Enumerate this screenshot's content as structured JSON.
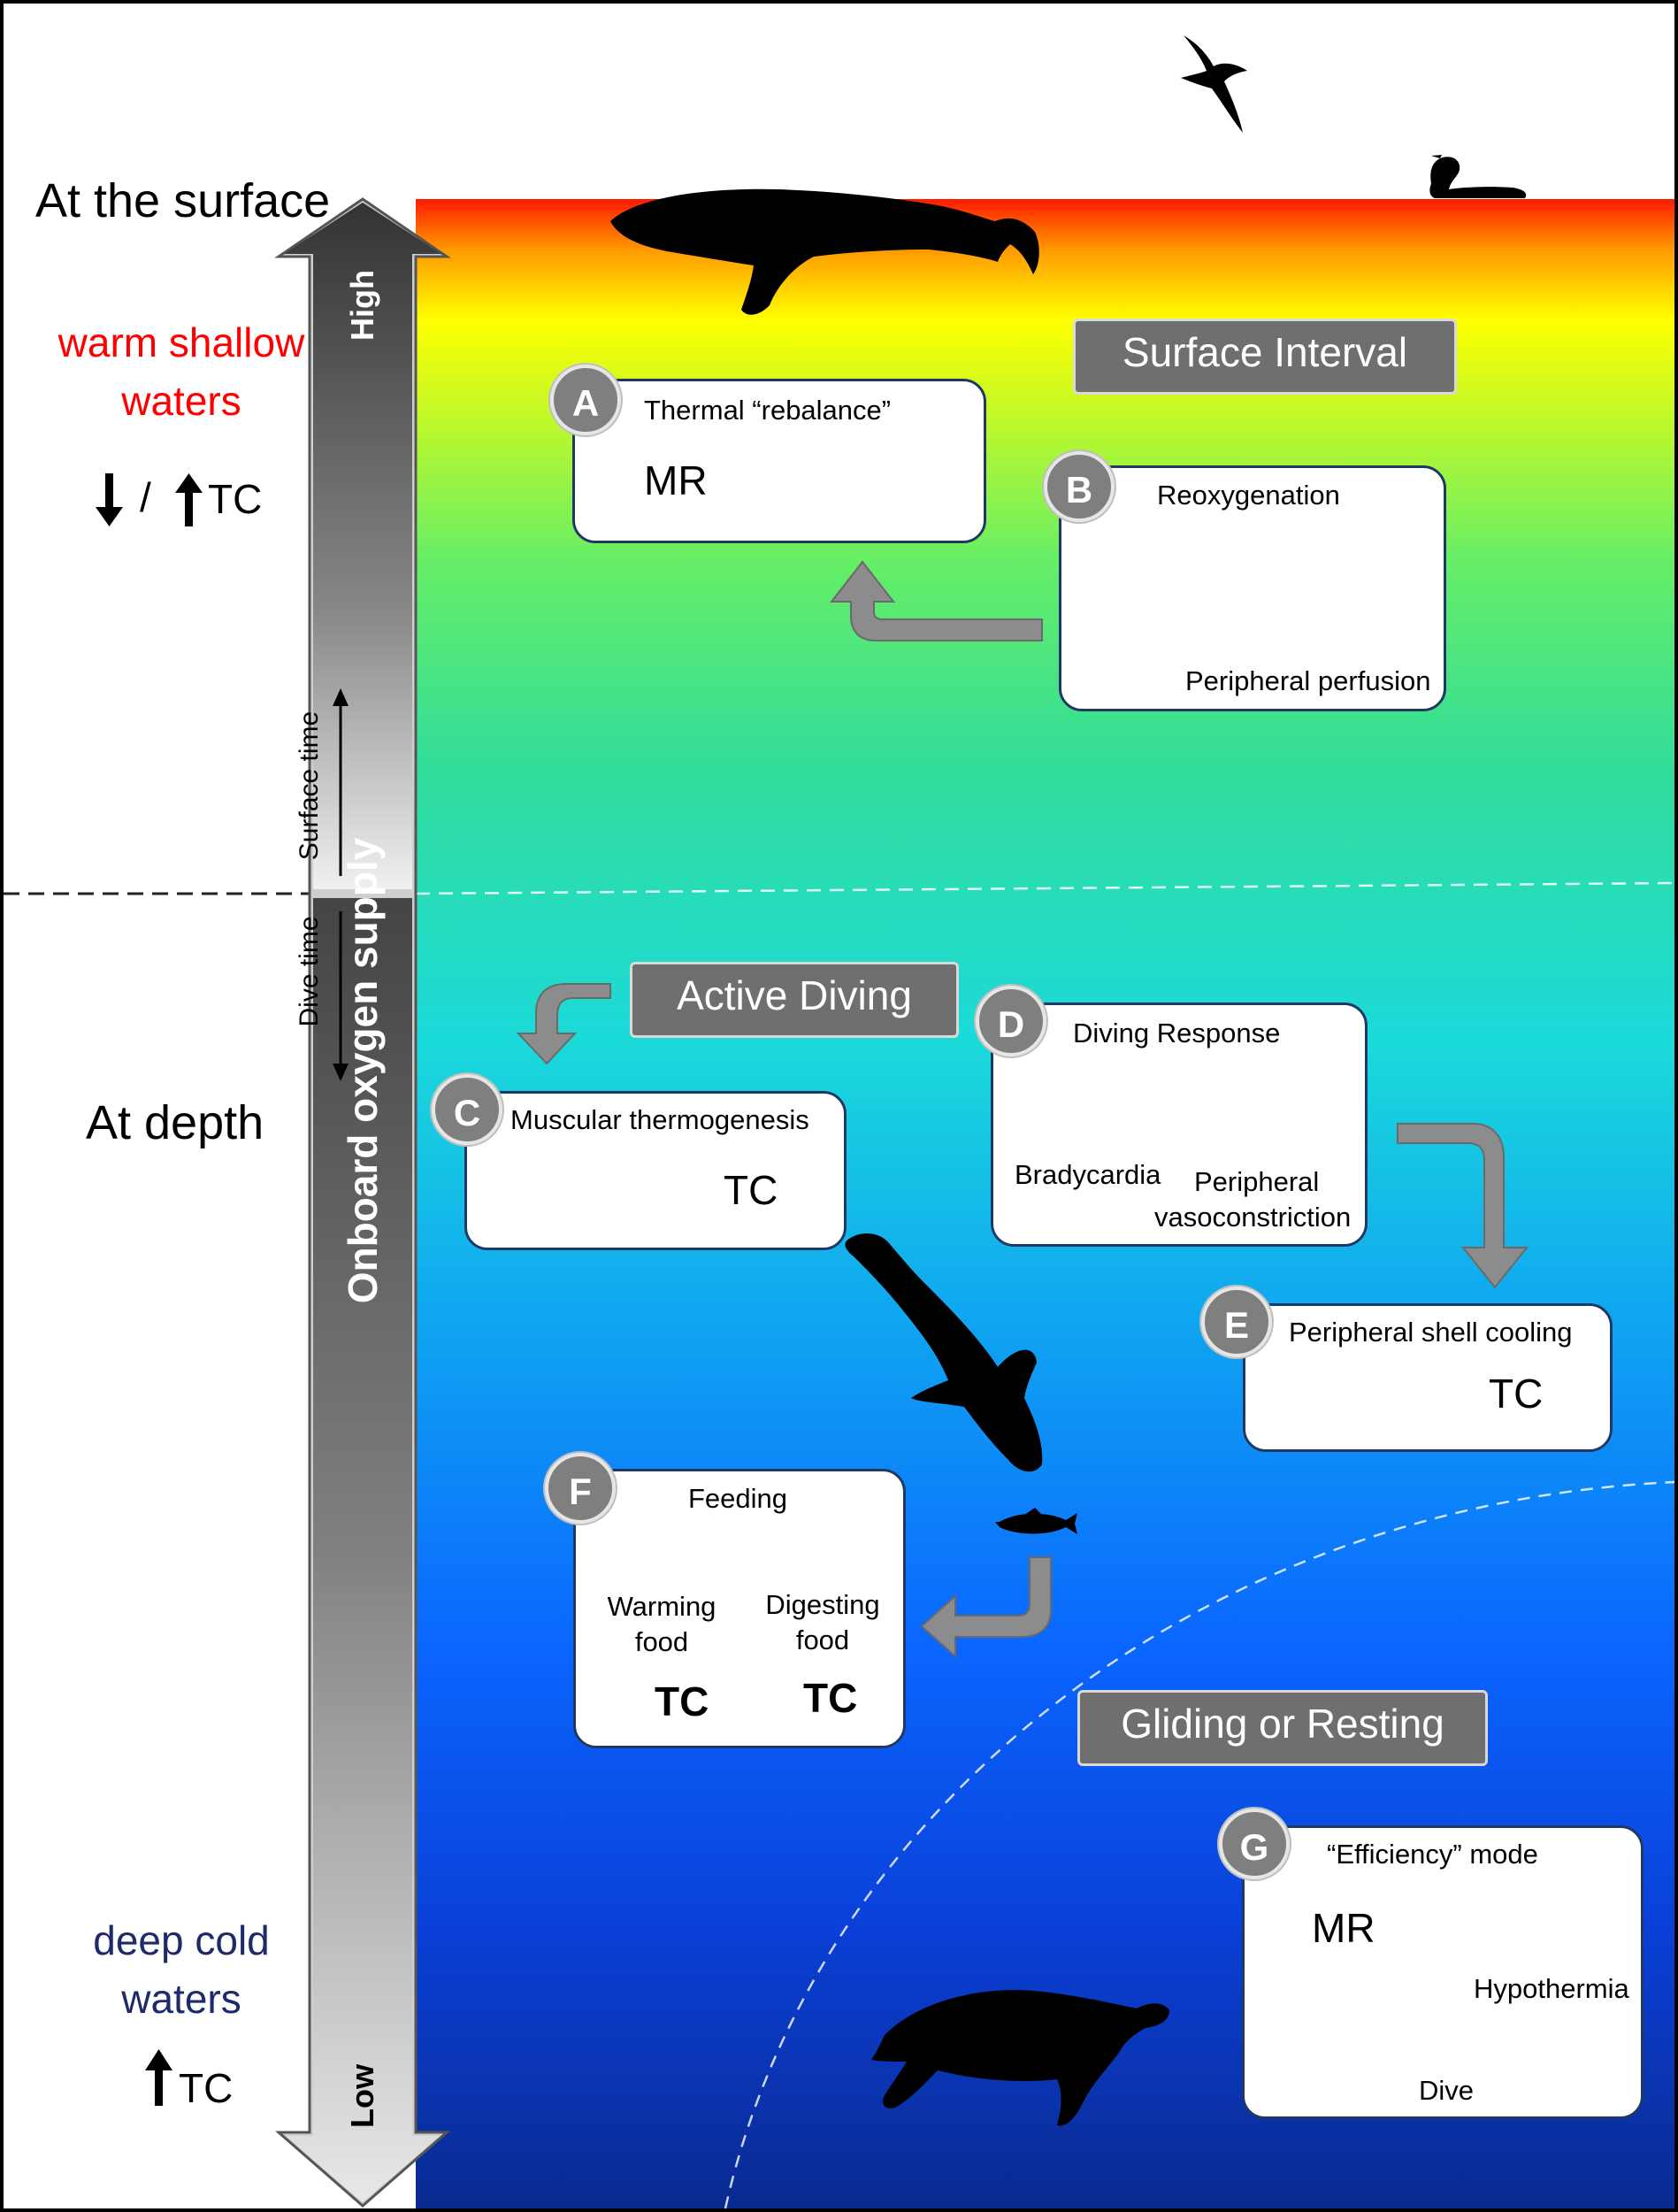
{
  "left_column": {
    "surface_title": "At the surface",
    "warm_line1": "warm shallow",
    "warm_line2": "waters",
    "warm_tc_slash": "/",
    "warm_tc": "TC",
    "depth_title": "At depth",
    "cold_line1": "deep cold",
    "cold_line2": "waters",
    "cold_tc": "TC"
  },
  "oxygen_axis": {
    "label": "Onboard oxygen supply",
    "high": "High",
    "low": "Low",
    "surface_time": "Surface time",
    "dive_time": "Dive time"
  },
  "phases": {
    "surface_interval": "Surface Interval",
    "active_diving": "Active Diving",
    "gliding_resting": "Gliding or Resting"
  },
  "boxes": {
    "A": {
      "letter": "A",
      "title": "Thermal “rebalance”",
      "mr": "MR"
    },
    "B": {
      "letter": "B",
      "title": "Reoxygenation",
      "caption": "Peripheral perfusion"
    },
    "C": {
      "letter": "C",
      "title": "Muscular thermogenesis",
      "tc": "TC"
    },
    "D": {
      "letter": "D",
      "title": "Diving Response",
      "brady": "Bradycardia",
      "vaso1": "Peripheral",
      "vaso2": "vasoconstriction"
    },
    "E": {
      "letter": "E",
      "title": "Peripheral shell cooling",
      "tc": "TC"
    },
    "F": {
      "letter": "F",
      "title": "Feeding",
      "warm1": "Warming",
      "warm2": "food",
      "dig1": "Digesting",
      "dig2": "food",
      "tc1": "TC",
      "tc2": "TC"
    },
    "G": {
      "letter": "G",
      "title": "“Efficiency” mode",
      "mr": "MR",
      "hypo": "Hypothermia",
      "dive": "Dive"
    }
  },
  "icons": [
    "up-arrow-icon",
    "down-arrow-icon",
    "heart-icon",
    "plus-icon",
    "core-temperature-icon",
    "vessel-perfusion-icon",
    "muscle-icon",
    "fish-icon",
    "fish-bone-icon",
    "stopwatch-icon",
    "whale-silhouette",
    "seal-silhouette",
    "turtle-silhouette",
    "bird-silhouette",
    "cormorant-silhouette"
  ],
  "colors": {
    "ocean_top": "#ff2a00",
    "ocean_yellow": "#ffff00",
    "ocean_green": "#33dd88",
    "ocean_cyan": "#1ad9d9",
    "ocean_blue": "#0a66ff",
    "ocean_deep": "#0a2a90",
    "box_border": "#1f3864",
    "phase_bg": "#6f6f6f",
    "warm_text": "#ff0000",
    "cold_text": "#1f2a6b"
  }
}
